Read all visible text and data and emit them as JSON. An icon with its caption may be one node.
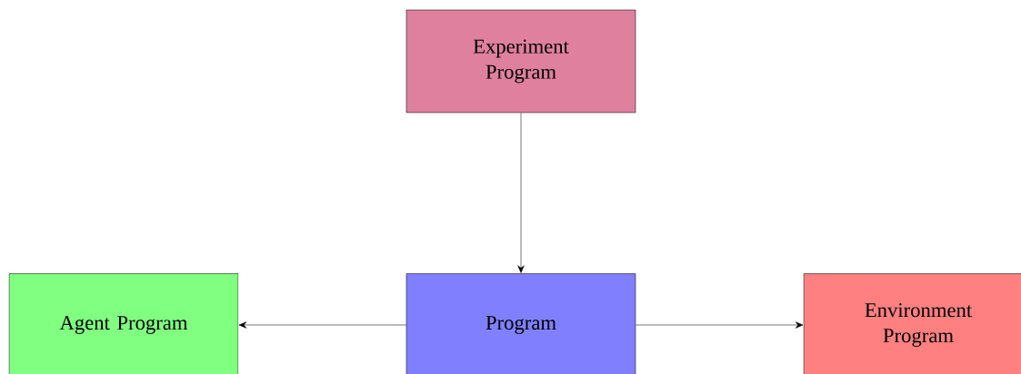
{
  "diagram": {
    "nodes": [
      {
        "text": [
          "Experiment Program"
        ]
      },
      {
        "text": [
          "Agent Program"
        ]
      },
      {
        "text": [
          "Program"
        ]
      },
      {
        "text": [
          "Environment Program"
        ]
      }
    ],
    "edges": [
      {
        "from": 0,
        "to": 2,
        "arrow": "to"
      },
      {
        "from": 2,
        "to": 1,
        "arrow": "to"
      },
      {
        "from": 2,
        "to": 3,
        "arrow": "to"
      }
    ]
  }
}
